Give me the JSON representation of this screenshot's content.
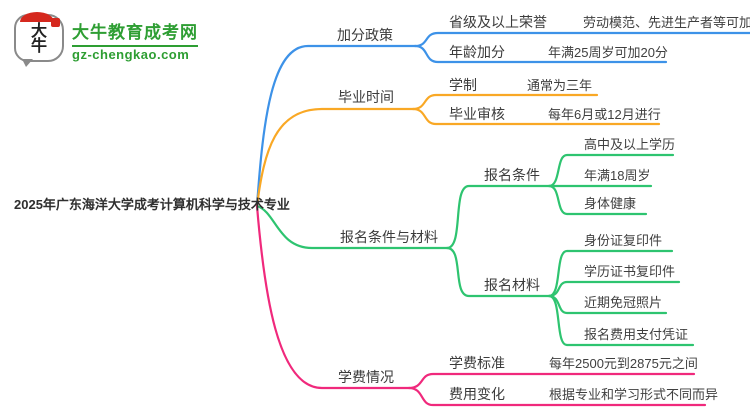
{
  "logo": {
    "icon_top": "大",
    "icon_bottom": "牛",
    "brand": "大牛教育成考网",
    "domain": "gz-chengkao.com",
    "brand_color": "#2e9e33",
    "seal_color": "#d5281e"
  },
  "root": {
    "label": "2025年广东海洋大学成考计算机科学与技术专业"
  },
  "branches": [
    {
      "label": "加分政策",
      "color": "#3d92e8",
      "children": [
        {
          "label": "省级及以上荣誉",
          "value": "劳动模范、先进生产者等可加分"
        },
        {
          "label": "年龄加分",
          "value": "年满25周岁可加20分"
        }
      ]
    },
    {
      "label": "毕业时间",
      "color": "#f9a825",
      "children": [
        {
          "label": "学制",
          "value": "通常为三年"
        },
        {
          "label": "毕业审核",
          "value": "每年6月或12月进行"
        }
      ]
    },
    {
      "label": "报名条件与材料",
      "color": "#2ec470",
      "children": [
        {
          "label": "报名条件",
          "items": [
            "高中及以上学历",
            "年满18周岁",
            "身体健康"
          ]
        },
        {
          "label": "报名材料",
          "items": [
            "身份证复印件",
            "学历证书复印件",
            "近期免冠照片",
            "报名费用支付凭证"
          ]
        }
      ]
    },
    {
      "label": "学费情况",
      "color": "#f0297c",
      "children": [
        {
          "label": "学费标准",
          "value": "每年2500元到2875元之间"
        },
        {
          "label": "费用变化",
          "value": "根据专业和学习形式不同而异"
        }
      ]
    }
  ]
}
